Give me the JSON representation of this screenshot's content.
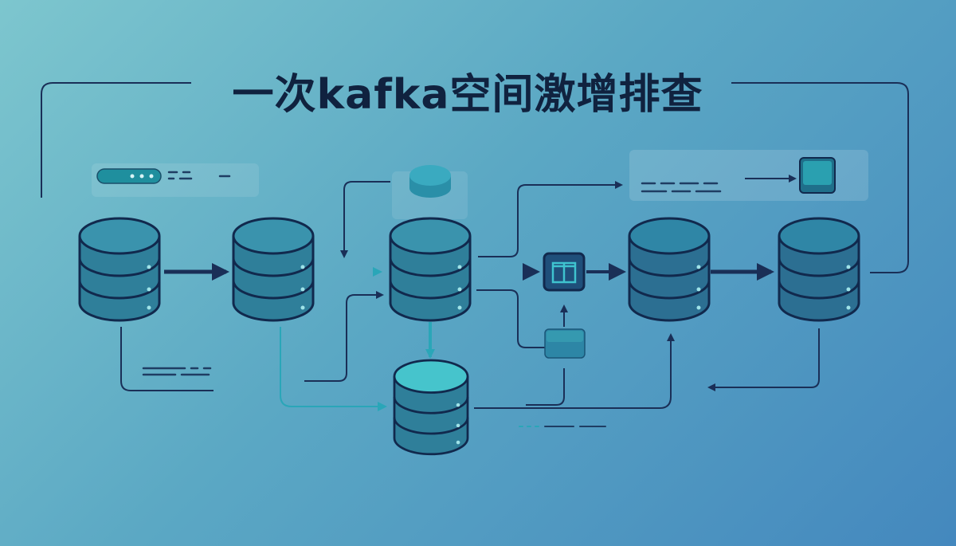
{
  "title": "一次kafka空间激增排查",
  "colors": {
    "background_start": "#7dc6ce",
    "background_end": "#4488be",
    "title_text": "#10223f",
    "line_dark": "#1a2f57",
    "line_teal": "#3fc3cf",
    "db_body": "#2f7f9a",
    "db_top": "#3a93ad",
    "db_outline": "#11294d",
    "processor": "#1f4f7a",
    "processor_glyph": "#3fc3cf",
    "widget_top": "#1f8f9e",
    "log_dash": "#1f3d63"
  },
  "nodes": [
    {
      "name": "db-node-1",
      "icon": "database-icon"
    },
    {
      "name": "db-node-2",
      "icon": "database-icon"
    },
    {
      "name": "db-node-3",
      "icon": "database-icon"
    },
    {
      "name": "db-node-4",
      "icon": "database-icon"
    },
    {
      "name": "db-node-5",
      "icon": "database-icon"
    },
    {
      "name": "db-node-6",
      "icon": "database-icon"
    },
    {
      "name": "processor-node",
      "icon": "package-icon"
    },
    {
      "name": "small-widget",
      "icon": "square-icon"
    },
    {
      "name": "top-widget",
      "icon": "square-icon"
    },
    {
      "name": "ellipse-widget",
      "icon": "ellipse-icon"
    }
  ]
}
